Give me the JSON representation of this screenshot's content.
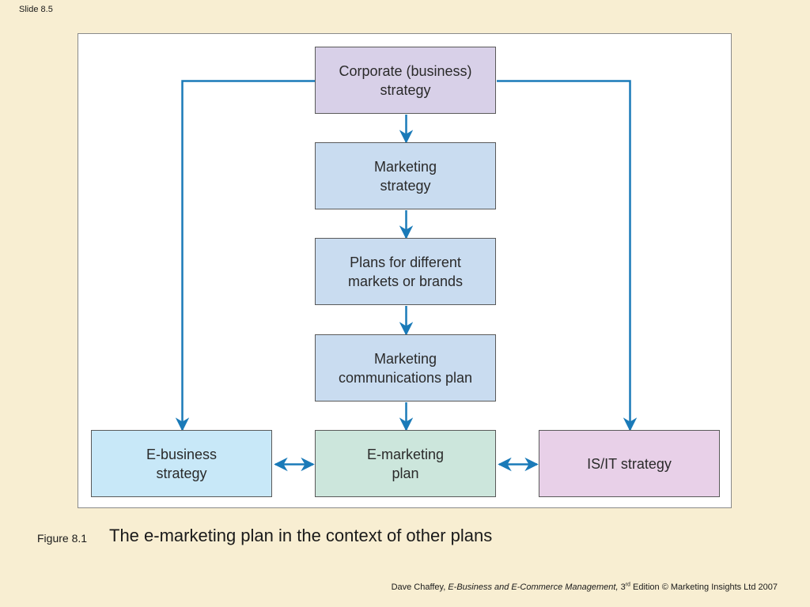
{
  "slide": {
    "number": "Slide 8.5"
  },
  "diagram": {
    "nodes": [
      {
        "id": "corporate",
        "label": "Corporate (business)\nstrategy",
        "fill": "#d8d0e8"
      },
      {
        "id": "marketing-strategy",
        "label": "Marketing\nstrategy",
        "fill": "#c9dcf0"
      },
      {
        "id": "plans",
        "label": "Plans for different\nmarkets or brands",
        "fill": "#c9dcf0"
      },
      {
        "id": "marcom",
        "label": "Marketing\ncommunications plan",
        "fill": "#c9dcf0"
      },
      {
        "id": "e-business",
        "label": "E-business\nstrategy",
        "fill": "#c8e8f8"
      },
      {
        "id": "e-marketing",
        "label": "E-marketing\nplan",
        "fill": "#cce6dc"
      },
      {
        "id": "is-it",
        "label": "IS/IT strategy",
        "fill": "#e8d0e8"
      }
    ],
    "edges": [
      {
        "from": "corporate",
        "to": "marketing-strategy",
        "direction": "one-way"
      },
      {
        "from": "marketing-strategy",
        "to": "plans",
        "direction": "one-way"
      },
      {
        "from": "plans",
        "to": "marcom",
        "direction": "one-way"
      },
      {
        "from": "marcom",
        "to": "e-marketing",
        "direction": "one-way"
      },
      {
        "from": "corporate",
        "to": "e-business",
        "direction": "one-way"
      },
      {
        "from": "corporate",
        "to": "is-it",
        "direction": "one-way"
      },
      {
        "from": "e-business",
        "to": "e-marketing",
        "direction": "two-way"
      },
      {
        "from": "e-marketing",
        "to": "is-it",
        "direction": "two-way"
      }
    ],
    "arrow_color": "#1a7ab8"
  },
  "caption": {
    "label": "Figure 8.1",
    "title": "The e-marketing plan in the context of other plans"
  },
  "footer": {
    "author": "Dave Chaffey, ",
    "book_title": "E-Business and E-Commerce Management,",
    "edition_number": " 3",
    "edition_suffix": "rd",
    "rest": " Edition © Marketing Insights Ltd 2007"
  }
}
